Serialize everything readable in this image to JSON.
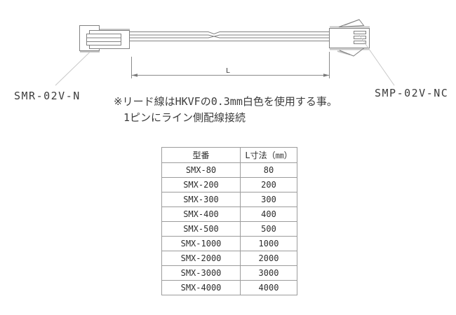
{
  "diagram": {
    "left_connector_label": "SMR-02V-N",
    "right_connector_label": "SMP-02V-NC",
    "dimension_label": "L",
    "note_line1": "※リード線はHKVFの0.3mm白色を使用する事。",
    "note_line2": "1ピンにライン側配線接続"
  },
  "table": {
    "headers": [
      "型番",
      "L寸法（㎜）"
    ],
    "rows": [
      {
        "model": "SMX-80",
        "length": "80"
      },
      {
        "model": "SMX-200",
        "length": "200"
      },
      {
        "model": "SMX-300",
        "length": "300"
      },
      {
        "model": "SMX-400",
        "length": "400"
      },
      {
        "model": "SMX-500",
        "length": "500"
      },
      {
        "model": "SMX-1000",
        "length": "1000"
      },
      {
        "model": "SMX-2000",
        "length": "2000"
      },
      {
        "model": "SMX-3000",
        "length": "3000"
      },
      {
        "model": "SMX-4000",
        "length": "4000"
      }
    ]
  },
  "colors": {
    "line": "#828282",
    "accent_light": "#c4c4c4",
    "leader": "#c8c8c8",
    "text": "#3c3c3c",
    "table_border": "#9c9c9c"
  }
}
